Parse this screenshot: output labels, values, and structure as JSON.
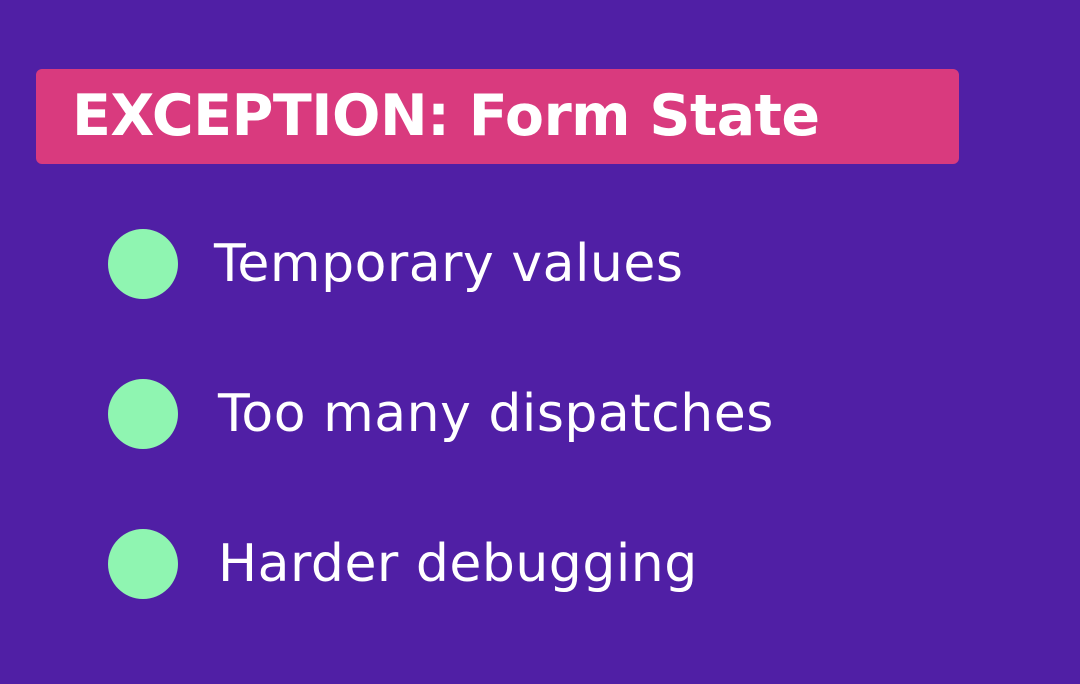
{
  "colors": {
    "background": "#501fa5",
    "banner": "#d93a7e",
    "bullet_dot": "#8ff5b1",
    "text": "#ffffff"
  },
  "title": "EXCEPTION: Form State",
  "bullets": [
    {
      "label": "Temporary values",
      "icon": "circle-bullet-icon"
    },
    {
      "label": "Too many dispatches",
      "icon": "circle-bullet-icon"
    },
    {
      "label": "Harder debugging",
      "icon": "circle-bullet-icon"
    }
  ]
}
